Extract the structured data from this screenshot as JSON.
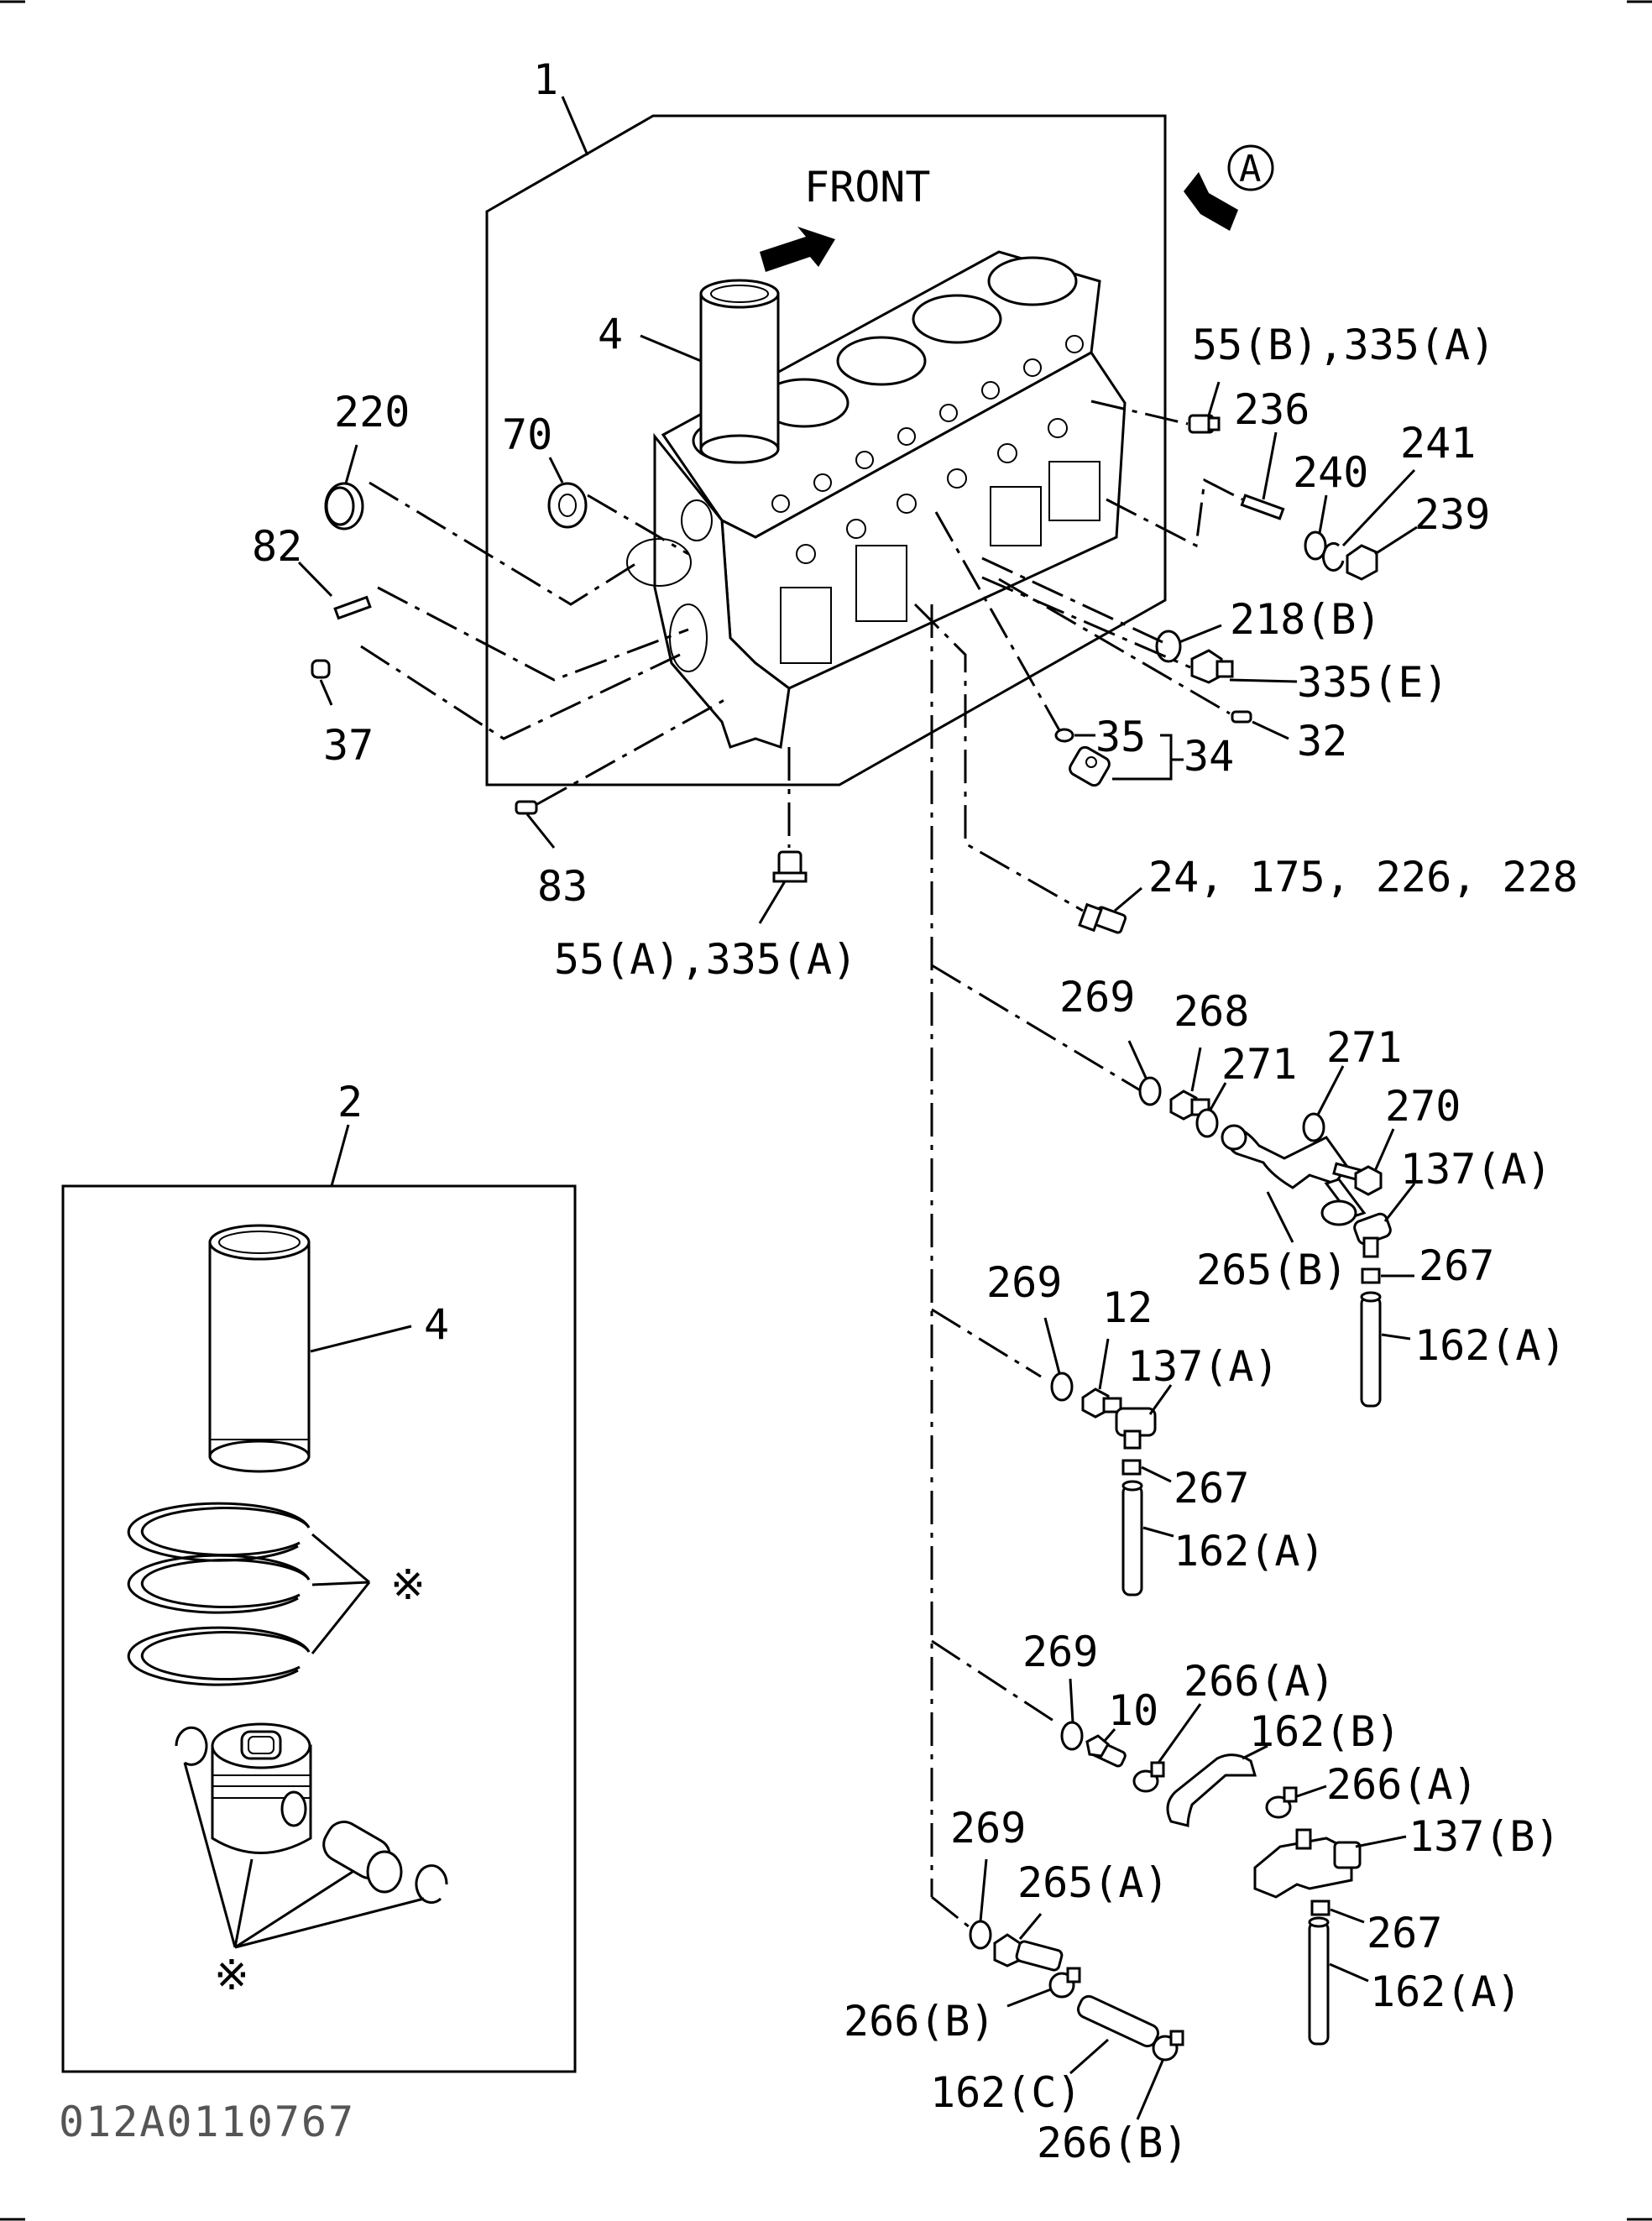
{
  "diagram": {
    "front_label": "FRONT",
    "view_marker": "A",
    "drawing_code": "012A0110767",
    "star_mark": "※",
    "callouts": {
      "p1": "1",
      "p2": "2",
      "p4_main": "4",
      "p4_kit": "4",
      "p70": "70",
      "p220": "220",
      "p82": "82",
      "p37": "37",
      "p83": "83",
      "p55a": "55(A),335(A)",
      "p55b": "55(B),335(A)",
      "p236": "236",
      "p240": "240",
      "p241": "241",
      "p239": "239",
      "p218b": "218(B)",
      "p335e": "335(E)",
      "p32": "32",
      "p35": "35",
      "p34": "34",
      "p24": "24, 175, 226, 228",
      "p269_1": "269",
      "p268": "268",
      "p271_1": "271",
      "p271_2": "271",
      "p270": "270",
      "p137a_1": "137(A)",
      "p265b": "265(B)",
      "p267_1": "267",
      "p162a_1": "162(A)",
      "p269_2": "269",
      "p12": "12",
      "p137a_2": "137(A)",
      "p267_2": "267",
      "p162a_2": "162(A)",
      "p269_3": "269",
      "p10": "10",
      "p266a_1": "266(A)",
      "p162b": "162(B)",
      "p266a_2": "266(A)",
      "p137b": "137(B)",
      "p267_3": "267",
      "p162a_3": "162(A)",
      "p269_4": "269",
      "p265a": "265(A)",
      "p266b_1": "266(B)",
      "p162c": "162(C)",
      "p266b_2": "266(B)"
    }
  }
}
